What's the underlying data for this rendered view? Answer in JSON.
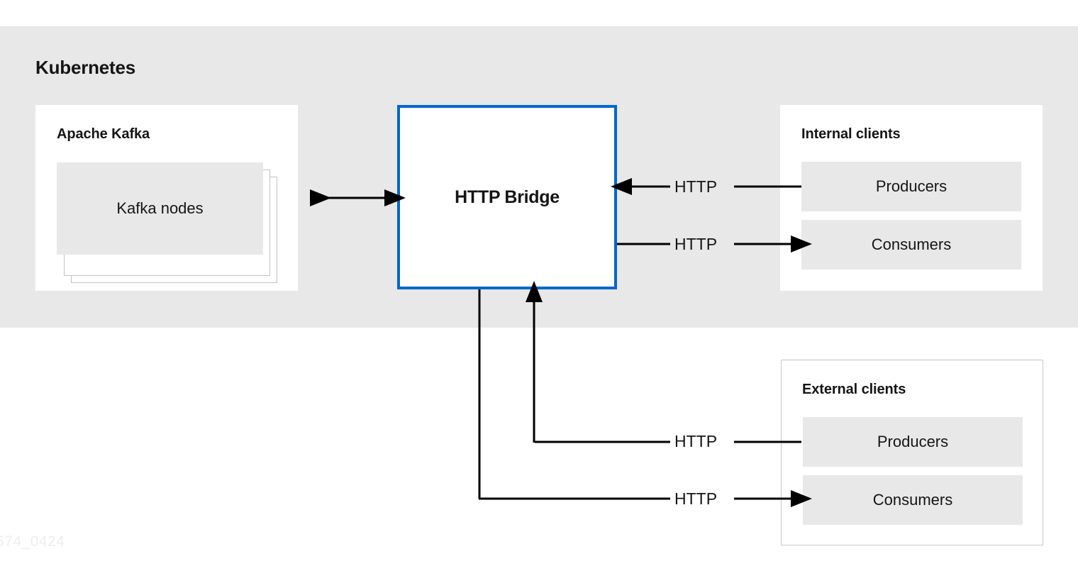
{
  "diagram": {
    "title": "Kubernetes",
    "watermark": "574_0424",
    "colors": {
      "cluster_background": "#e8e8e8",
      "panel_background": "#ffffff",
      "bridge_border": "#0066cc",
      "box_fill": "#e8e8e8",
      "text": "#151515",
      "panel_border": "#c7c7c7",
      "watermark": "#eeeeee"
    }
  },
  "kafka": {
    "title": "Apache Kafka",
    "node_label": "Kafka nodes"
  },
  "bridge": {
    "label": "HTTP Bridge"
  },
  "internal_clients": {
    "title": "Internal clients",
    "producers_label": "Producers",
    "consumers_label": "Consumers"
  },
  "external_clients": {
    "title": "External clients",
    "producers_label": "Producers",
    "consumers_label": "Consumers"
  },
  "edges": {
    "internal_producers": "HTTP",
    "internal_consumers": "HTTP",
    "external_producers": "HTTP",
    "external_consumers": "HTTP"
  }
}
